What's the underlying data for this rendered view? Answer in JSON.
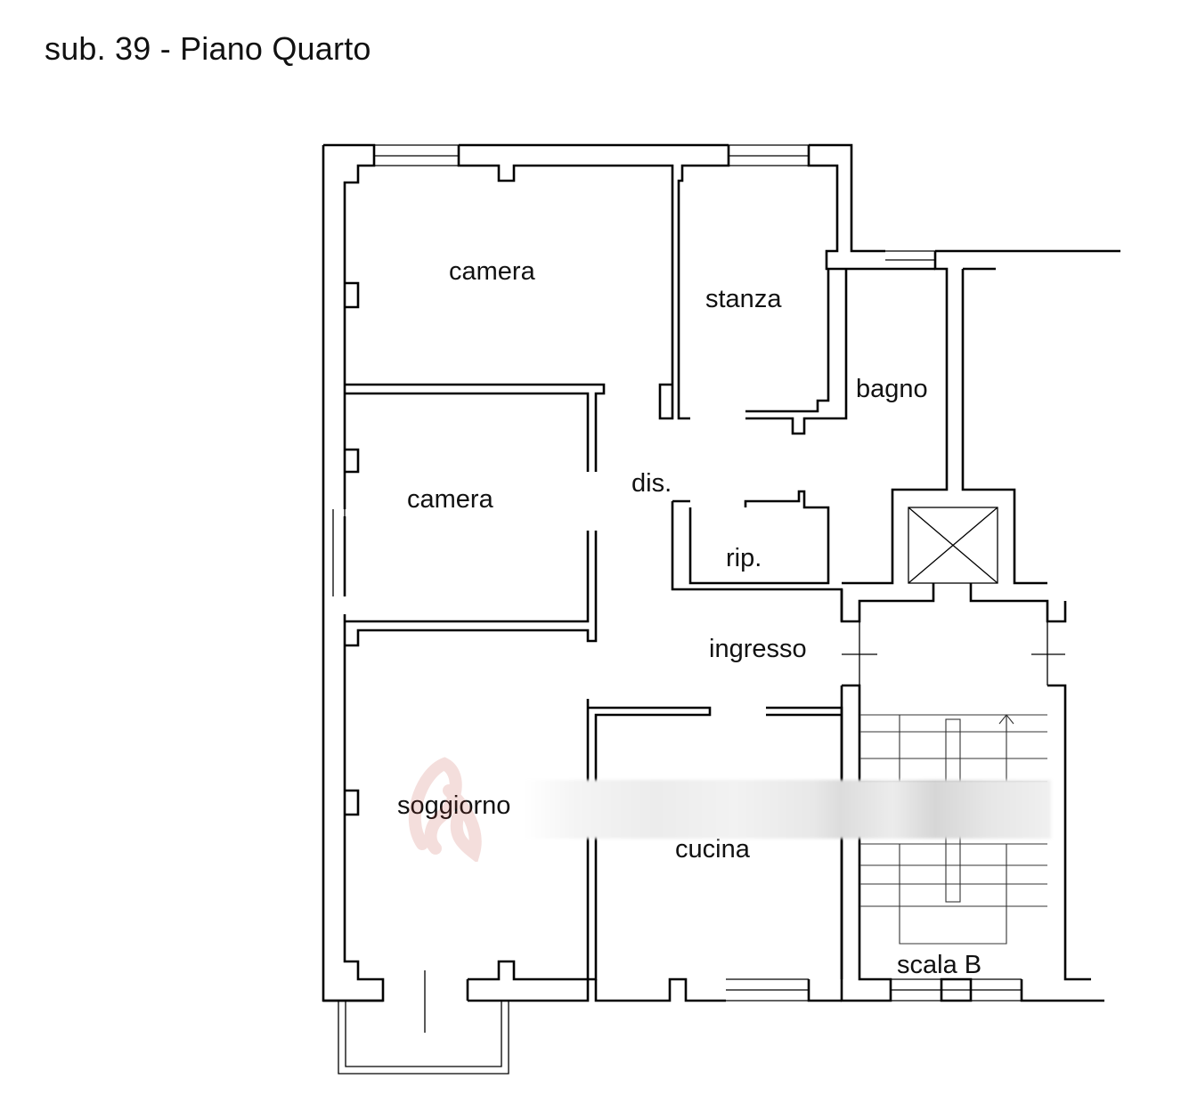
{
  "title": "sub. 39 - Piano Quarto",
  "rooms": {
    "camera_top": "camera",
    "stanza": "stanza",
    "bagno": "bagno",
    "camera_mid": "camera",
    "dis": "dis.",
    "rip": "rip.",
    "ingresso": "ingresso",
    "soggiorno": "soggiorno",
    "cucina": "cucina",
    "scala": "scala B"
  },
  "redacted_strip": "blurred-watermark-text",
  "colors": {
    "wall": "#000000",
    "background": "#ffffff"
  }
}
